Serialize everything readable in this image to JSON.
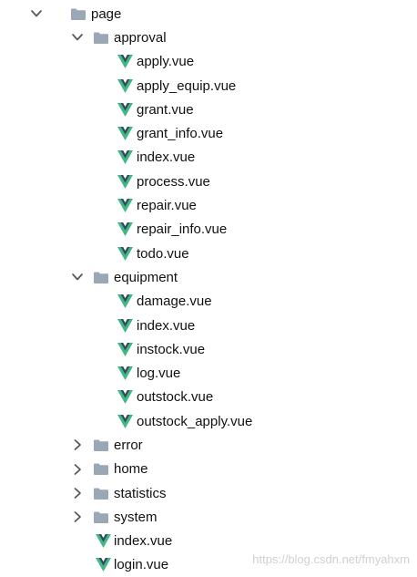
{
  "tree": [
    {
      "label": "page",
      "type": "folder",
      "depth": 0,
      "expanded": true
    },
    {
      "label": "approval",
      "type": "folder",
      "depth": 1,
      "expanded": true
    },
    {
      "label": "apply.vue",
      "type": "vue",
      "depth": 2
    },
    {
      "label": "apply_equip.vue",
      "type": "vue",
      "depth": 2
    },
    {
      "label": "grant.vue",
      "type": "vue",
      "depth": 2
    },
    {
      "label": "grant_info.vue",
      "type": "vue",
      "depth": 2
    },
    {
      "label": "index.vue",
      "type": "vue",
      "depth": 2
    },
    {
      "label": "process.vue",
      "type": "vue",
      "depth": 2
    },
    {
      "label": "repair.vue",
      "type": "vue",
      "depth": 2
    },
    {
      "label": "repair_info.vue",
      "type": "vue",
      "depth": 2
    },
    {
      "label": "todo.vue",
      "type": "vue",
      "depth": 2
    },
    {
      "label": "equipment",
      "type": "folder",
      "depth": 1,
      "expanded": true
    },
    {
      "label": "damage.vue",
      "type": "vue",
      "depth": 2
    },
    {
      "label": "index.vue",
      "type": "vue",
      "depth": 2
    },
    {
      "label": "instock.vue",
      "type": "vue",
      "depth": 2
    },
    {
      "label": "log.vue",
      "type": "vue",
      "depth": 2
    },
    {
      "label": "outstock.vue",
      "type": "vue",
      "depth": 2
    },
    {
      "label": "outstock_apply.vue",
      "type": "vue",
      "depth": 2
    },
    {
      "label": "error",
      "type": "folder",
      "depth": 1,
      "expanded": false
    },
    {
      "label": "home",
      "type": "folder",
      "depth": 1,
      "expanded": false
    },
    {
      "label": "statistics",
      "type": "folder",
      "depth": 1,
      "expanded": false
    },
    {
      "label": "system",
      "type": "folder",
      "depth": 1,
      "expanded": false
    },
    {
      "label": "index.vue",
      "type": "vue",
      "depth": 1
    },
    {
      "label": "login.vue",
      "type": "vue",
      "depth": 1
    }
  ],
  "watermark": "https://blog.csdn.net/fmyahxm",
  "colors": {
    "folder": "#9aa7b5",
    "vue_dark": "#35495e",
    "vue_green": "#41b883",
    "chevron": "#555555"
  }
}
